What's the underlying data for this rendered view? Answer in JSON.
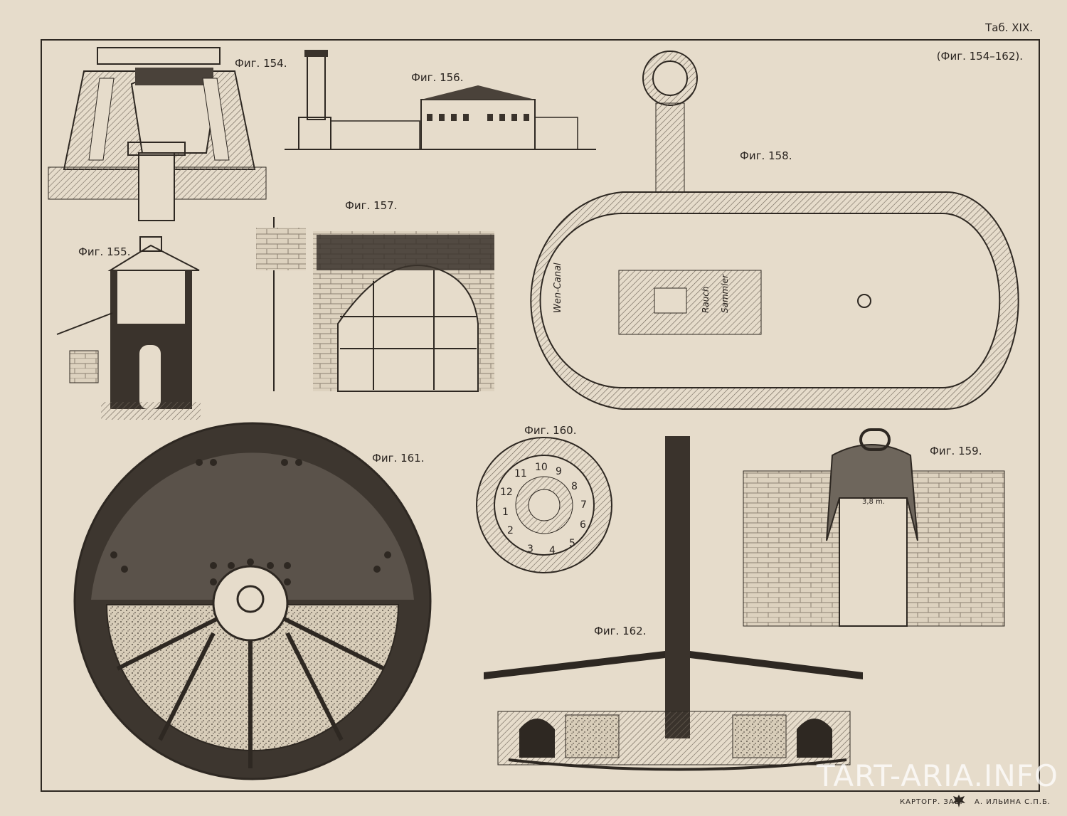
{
  "plate": {
    "number": "Таб. XIX.",
    "range": "(Фиг. 154–162)."
  },
  "figures": {
    "fig154": "Фиг. 154.",
    "fig155": "Фиг. 155.",
    "fig156": "Фиг. 156.",
    "fig157": "Фиг. 157.",
    "fig158": "Фиг. 158.",
    "fig159": "Фиг. 159.",
    "fig160": "Фиг. 160.",
    "fig161": "Фиг. 161.",
    "fig162": "Фиг. 162."
  },
  "fig158_labels": {
    "canal": "Wen-Canal",
    "rauch": "Rauch",
    "sammler": "Sammler"
  },
  "fig160_numbers": [
    "1",
    "2",
    "3",
    "4",
    "5",
    "6",
    "7",
    "8",
    "9",
    "10",
    "11",
    "12"
  ],
  "fig159_dimension": "3,8 m.",
  "footer": {
    "left": "КАРТОГР. ЗАВ.",
    "right": "А. ИЛЬИНА С.П.Б."
  },
  "watermark": "TART-ARIA.INFO",
  "colors": {
    "paper": "#e6dccb",
    "ink": "#2e2822",
    "hatch": "#8c8072",
    "dark": "#3a332c"
  }
}
